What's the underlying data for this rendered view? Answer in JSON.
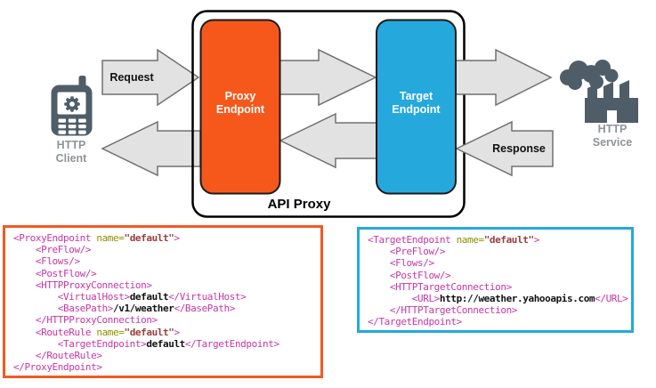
{
  "diagram": {
    "api_proxy_label": "API Proxy",
    "proxy_endpoint_label": "Proxy Endpoint",
    "target_endpoint_label": "Target Endpoint",
    "request_label": "Request",
    "response_label": "Response",
    "http_client_label": "HTTP Client",
    "http_service_label": "HTTP Service",
    "colors": {
      "proxy_endpoint": "#F6581C",
      "target_endpoint": "#25A8DC",
      "arrow_fill": "#E2E2E2",
      "arrow_stroke": "#707070",
      "icon": "#4F5D68",
      "icon_label": "#8E9498"
    }
  },
  "code_blocks": [
    {
      "name": "proxy-endpoint-xml",
      "border_color": "#F15A24",
      "lines": [
        [
          {
            "c": "tag",
            "t": "<ProxyEndpoint"
          },
          {
            "c": "attr",
            "t": " name="
          },
          {
            "c": "val",
            "t": "\"default\""
          },
          {
            "c": "tag",
            "t": ">"
          }
        ],
        [
          {
            "c": "tag",
            "t": "    <PreFlow/>"
          }
        ],
        [
          {
            "c": "tag",
            "t": "    <Flows/>"
          }
        ],
        [
          {
            "c": "tag",
            "t": "    <PostFlow/>"
          }
        ],
        [
          {
            "c": "tag",
            "t": "    <HTTPProxyConnection>"
          }
        ],
        [
          {
            "c": "tag",
            "t": "        <VirtualHost>"
          },
          {
            "c": "pln",
            "t": "default"
          },
          {
            "c": "tag",
            "t": "</VirtualHost>"
          }
        ],
        [
          {
            "c": "tag",
            "t": "        <BasePath>"
          },
          {
            "c": "pln",
            "t": "/v1/weather"
          },
          {
            "c": "tag",
            "t": "</BasePath>"
          }
        ],
        [
          {
            "c": "tag",
            "t": "    </HTTPProxyConnection>"
          }
        ],
        [
          {
            "c": "tag",
            "t": "    <RouteRule"
          },
          {
            "c": "attr",
            "t": " name="
          },
          {
            "c": "val",
            "t": "\"default\""
          },
          {
            "c": "tag",
            "t": ">"
          }
        ],
        [
          {
            "c": "tag",
            "t": "        <TargetEndpoint>"
          },
          {
            "c": "pln",
            "t": "default"
          },
          {
            "c": "tag",
            "t": "</TargetEndpoint>"
          }
        ],
        [
          {
            "c": "tag",
            "t": "    </RouteRule>"
          }
        ],
        [
          {
            "c": "tag",
            "t": "</ProxyEndpoint>"
          }
        ]
      ]
    },
    {
      "name": "target-endpoint-xml",
      "border_color": "#25A8DC",
      "lines": [
        [
          {
            "c": "tag",
            "t": "<TargetEndpoint"
          },
          {
            "c": "attr",
            "t": " name="
          },
          {
            "c": "val",
            "t": "\"default\""
          },
          {
            "c": "tag",
            "t": ">"
          }
        ],
        [
          {
            "c": "tag",
            "t": "    <PreFlow/>"
          }
        ],
        [
          {
            "c": "tag",
            "t": "    <Flows/>"
          }
        ],
        [
          {
            "c": "tag",
            "t": "    <PostFlow/>"
          }
        ],
        [
          {
            "c": "tag",
            "t": "    <HTTPTargetConnection>"
          }
        ],
        [
          {
            "c": "tag",
            "t": "        <URL>"
          },
          {
            "c": "pln",
            "t": "http://weather.yahooapis.com"
          },
          {
            "c": "tag",
            "t": "</URL>"
          }
        ],
        [
          {
            "c": "tag",
            "t": "    </HTTPTargetConnection>"
          }
        ],
        [
          {
            "c": "tag",
            "t": "</TargetEndpoint>"
          }
        ]
      ]
    }
  ]
}
